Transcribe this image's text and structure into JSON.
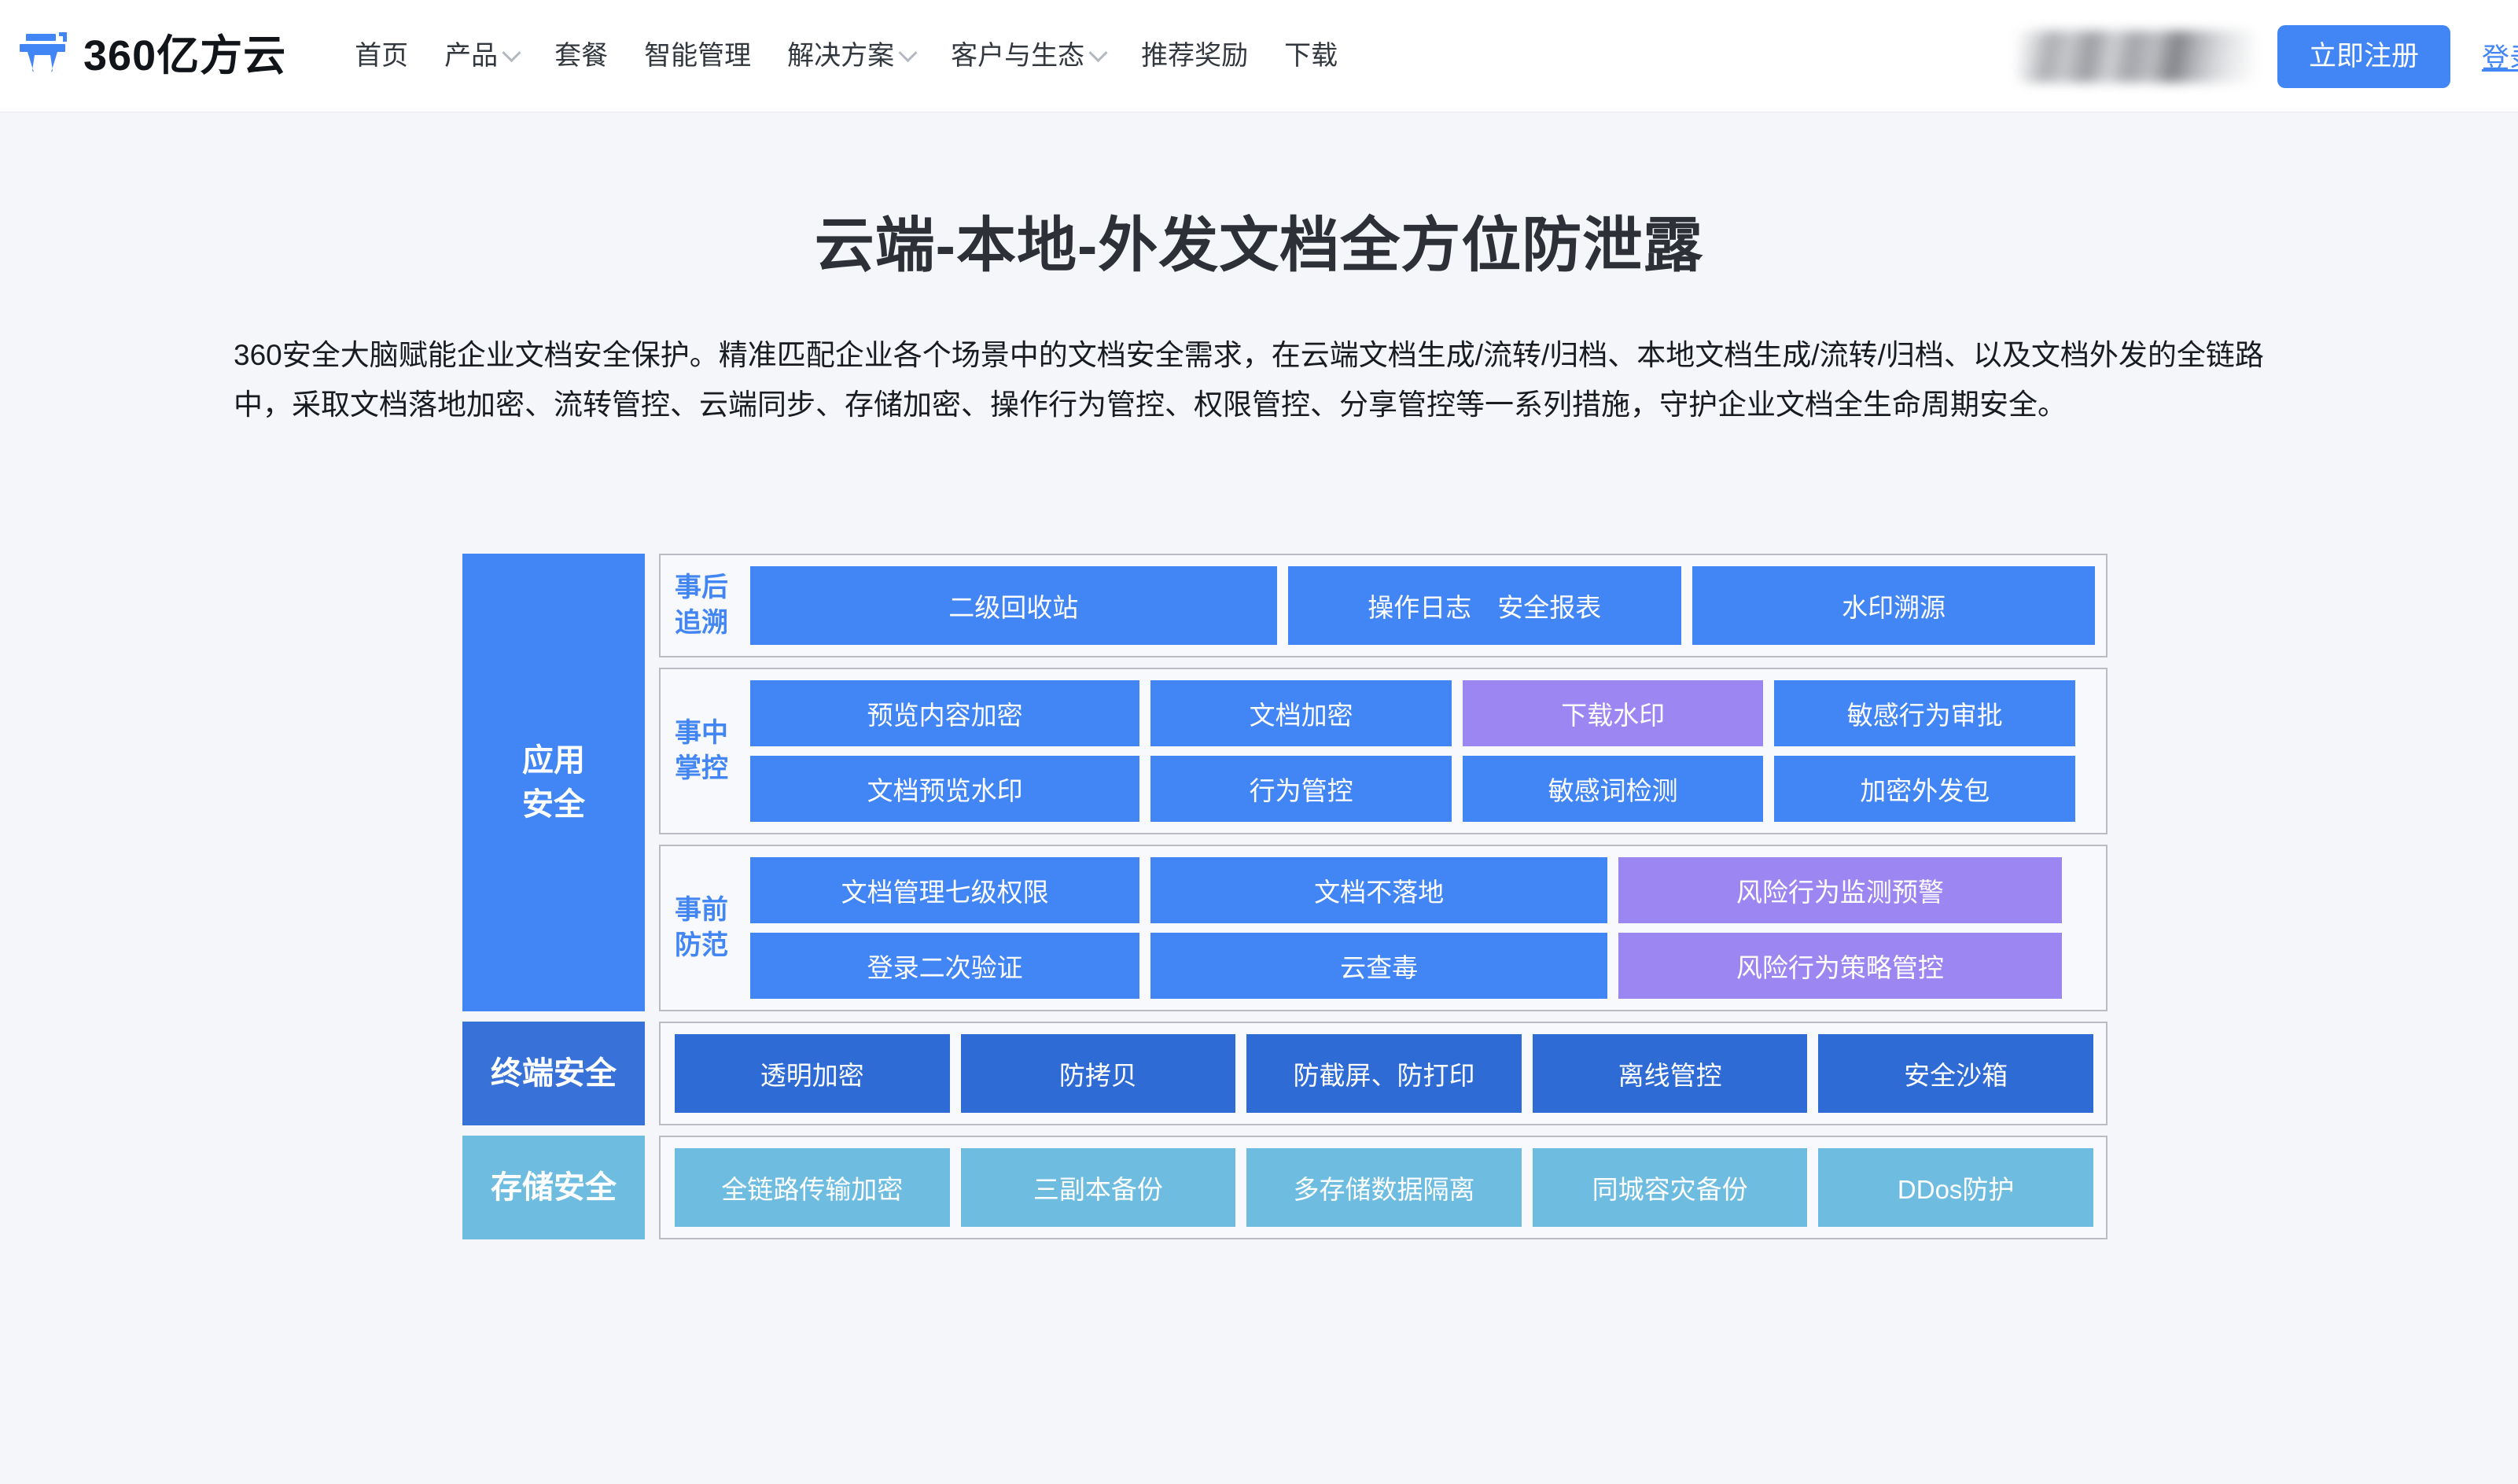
{
  "header": {
    "logo_text": "360亿方云",
    "logo_icon": "yifangyun-logo-icon",
    "nav": [
      {
        "label": "首页",
        "has_dropdown": false
      },
      {
        "label": "产品",
        "has_dropdown": true
      },
      {
        "label": "套餐",
        "has_dropdown": false
      },
      {
        "label": "智能管理",
        "has_dropdown": false
      },
      {
        "label": "解决方案",
        "has_dropdown": true
      },
      {
        "label": "客户与生态",
        "has_dropdown": true
      },
      {
        "label": "推荐奖励",
        "has_dropdown": false
      },
      {
        "label": "下载",
        "has_dropdown": false
      }
    ],
    "register_label": "立即注册",
    "login_label": "登录",
    "accent_color": "#4285f4"
  },
  "hero": {
    "title": "云端-本地-外发文档全方位防泄露",
    "description": "360安全大脑赋能企业文档安全保护。精准匹配企业各个场景中的文档安全需求，在云端文档生成/流转/归档、本地文档生成/流转/归档、以及文档外发的全链路中，采取文档落地加密、流转管控、云端同步、存储加密、操作行为管控、权限管控、分享管控等一系列措施，守护企业文档全生命周期安全。"
  },
  "diagram": {
    "colors": {
      "blue": "#4285f4",
      "purple": "#9b86f2",
      "deep_blue": "#2f6bd4",
      "light_blue": "#6ebde0",
      "card_bg": "#f7f9fc",
      "card_border": "#b9bcc2"
    },
    "app_security": {
      "category": "应用\n安全",
      "groups": [
        {
          "label": "事后\n追溯",
          "rows": [
            [
              {
                "text": "二级回收站",
                "color": "blue"
              },
              {
                "text": "操作日志　安全报表",
                "color": "blue"
              },
              {
                "text": "水印溯源",
                "color": "blue"
              }
            ]
          ]
        },
        {
          "label": "事中\n掌控",
          "rows": [
            [
              {
                "text": "预览内容加密",
                "color": "blue"
              },
              {
                "text": "文档加密",
                "color": "blue"
              },
              {
                "text": "下载水印",
                "color": "purple"
              },
              {
                "text": "敏感行为审批",
                "color": "blue"
              }
            ],
            [
              {
                "text": "文档预览水印",
                "color": "blue"
              },
              {
                "text": "行为管控",
                "color": "blue"
              },
              {
                "text": "敏感词检测",
                "color": "blue"
              },
              {
                "text": "加密外发包",
                "color": "blue"
              }
            ]
          ]
        },
        {
          "label": "事前\n防范",
          "rows": [
            [
              {
                "text": "文档管理七级权限",
                "color": "blue"
              },
              {
                "text": "文档不落地",
                "color": "blue"
              },
              {
                "text": "风险行为监测预警",
                "color": "purple"
              }
            ],
            [
              {
                "text": "登录二次验证",
                "color": "blue"
              },
              {
                "text": "云查毒",
                "color": "blue"
              },
              {
                "text": "风险行为策略管控",
                "color": "purple"
              }
            ]
          ]
        }
      ]
    },
    "terminal_security": {
      "category": "终端安全",
      "tiles": [
        {
          "text": "透明加密",
          "color": "deep_blue"
        },
        {
          "text": "防拷贝",
          "color": "deep_blue"
        },
        {
          "text": "防截屏、防打印",
          "color": "deep_blue"
        },
        {
          "text": "离线管控",
          "color": "deep_blue"
        },
        {
          "text": "安全沙箱",
          "color": "deep_blue"
        }
      ]
    },
    "storage_security": {
      "category": "存储安全",
      "tiles": [
        {
          "text": "全链路传输加密",
          "color": "light_blue"
        },
        {
          "text": "三副本备份",
          "color": "light_blue"
        },
        {
          "text": "多存储数据隔离",
          "color": "light_blue"
        },
        {
          "text": "同城容灾备份",
          "color": "light_blue"
        },
        {
          "text": "DDos防护",
          "color": "light_blue"
        }
      ]
    }
  }
}
